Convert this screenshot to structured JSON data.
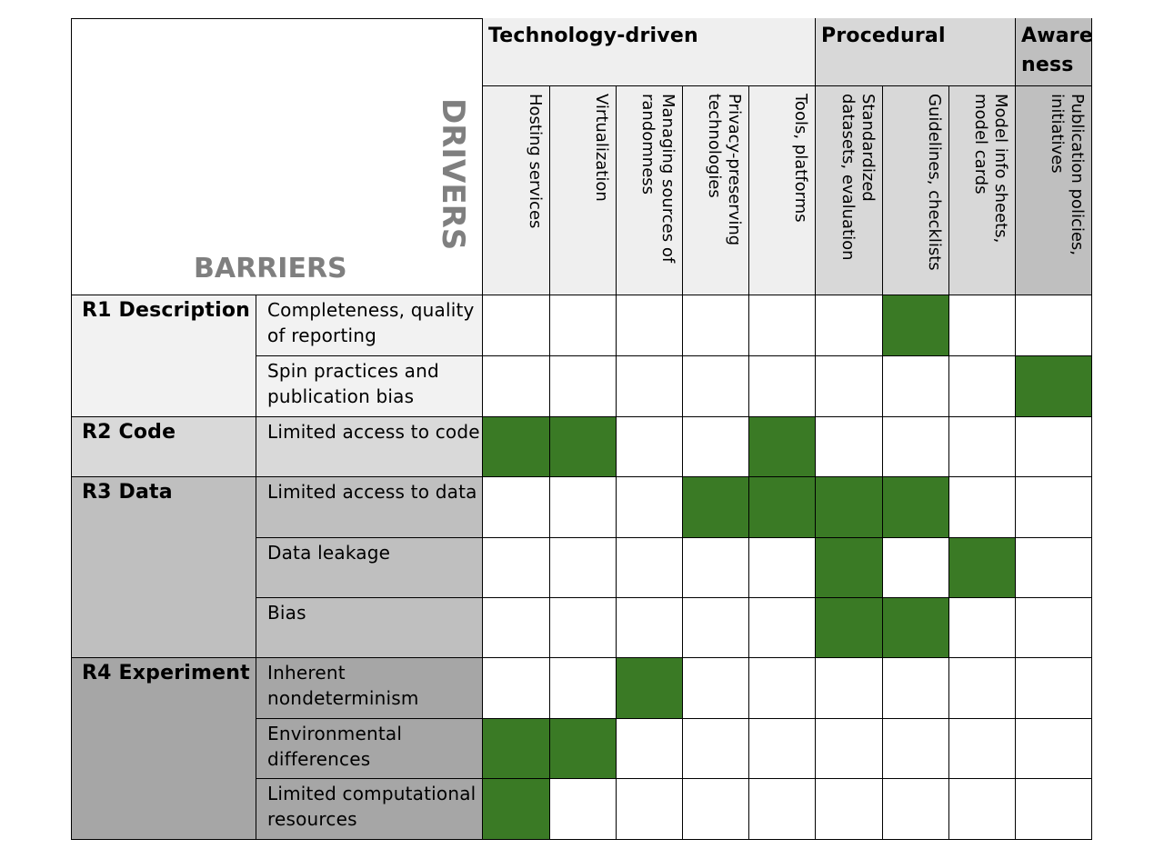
{
  "header": {
    "barriers_label": "BARRIERS",
    "drivers_label": "DRIVERS"
  },
  "groups": [
    {
      "label": "Technology-driven",
      "bg": "#efefef"
    },
    {
      "label": "Procedural",
      "bg": "#d8d8d8"
    },
    {
      "label": "Aware\nness",
      "bg": "#bfbfbf"
    }
  ],
  "drivers": [
    {
      "label": "Hosting services",
      "group": 0
    },
    {
      "label": "Virtualization",
      "group": 0
    },
    {
      "label": "Managing sources of\nrandomness",
      "group": 0
    },
    {
      "label": "Privacy-preserving\ntechnologies",
      "group": 0
    },
    {
      "label": "Tools, platforms",
      "group": 0
    },
    {
      "label": "Standardized\ndatasets, evaluation",
      "group": 1
    },
    {
      "label": "Guidelines, checklists",
      "group": 1
    },
    {
      "label": "Model info sheets,\nmodel cards",
      "group": 1
    },
    {
      "label": "Publication policies,\ninitiatives",
      "group": 2
    }
  ],
  "categories": [
    {
      "label": "R1 Description",
      "bg": "#f2f2f2",
      "rows": [
        0,
        1
      ]
    },
    {
      "label": "R2 Code",
      "bg": "#d9d9d9",
      "rows": [
        2
      ]
    },
    {
      "label": "R3 Data",
      "bg": "#bfbfbf",
      "rows": [
        3,
        4,
        5
      ]
    },
    {
      "label": "R4 Experiment",
      "bg": "#a6a6a6",
      "rows": [
        6,
        7,
        8
      ]
    }
  ],
  "barriers": [
    {
      "label": "Completeness, quality of reporting",
      "marks": [
        0,
        0,
        0,
        0,
        0,
        0,
        1,
        0,
        0
      ]
    },
    {
      "label": "Spin practices and publication bias",
      "marks": [
        0,
        0,
        0,
        0,
        0,
        0,
        0,
        0,
        1
      ]
    },
    {
      "label": "Limited access to code",
      "marks": [
        1,
        1,
        0,
        0,
        1,
        0,
        0,
        0,
        0
      ]
    },
    {
      "label": "Limited access to data",
      "marks": [
        0,
        0,
        0,
        1,
        1,
        1,
        1,
        0,
        0
      ]
    },
    {
      "label": "Data leakage",
      "marks": [
        0,
        0,
        0,
        0,
        0,
        1,
        0,
        1,
        0
      ]
    },
    {
      "label": "Bias",
      "marks": [
        0,
        0,
        0,
        0,
        0,
        1,
        1,
        0,
        0
      ]
    },
    {
      "label": "Inherent nondeterminism",
      "marks": [
        0,
        0,
        1,
        0,
        0,
        0,
        0,
        0,
        0
      ]
    },
    {
      "label": "Environmental differences",
      "marks": [
        1,
        1,
        0,
        0,
        0,
        0,
        0,
        0,
        0
      ]
    },
    {
      "label": "Limited computational resources",
      "marks": [
        1,
        0,
        0,
        0,
        0,
        0,
        0,
        0,
        0
      ]
    }
  ],
  "colors": {
    "mark": "#3a7a25",
    "empty": "#ffffff",
    "border": "#000000",
    "corner_text": "#7f7f7f"
  }
}
